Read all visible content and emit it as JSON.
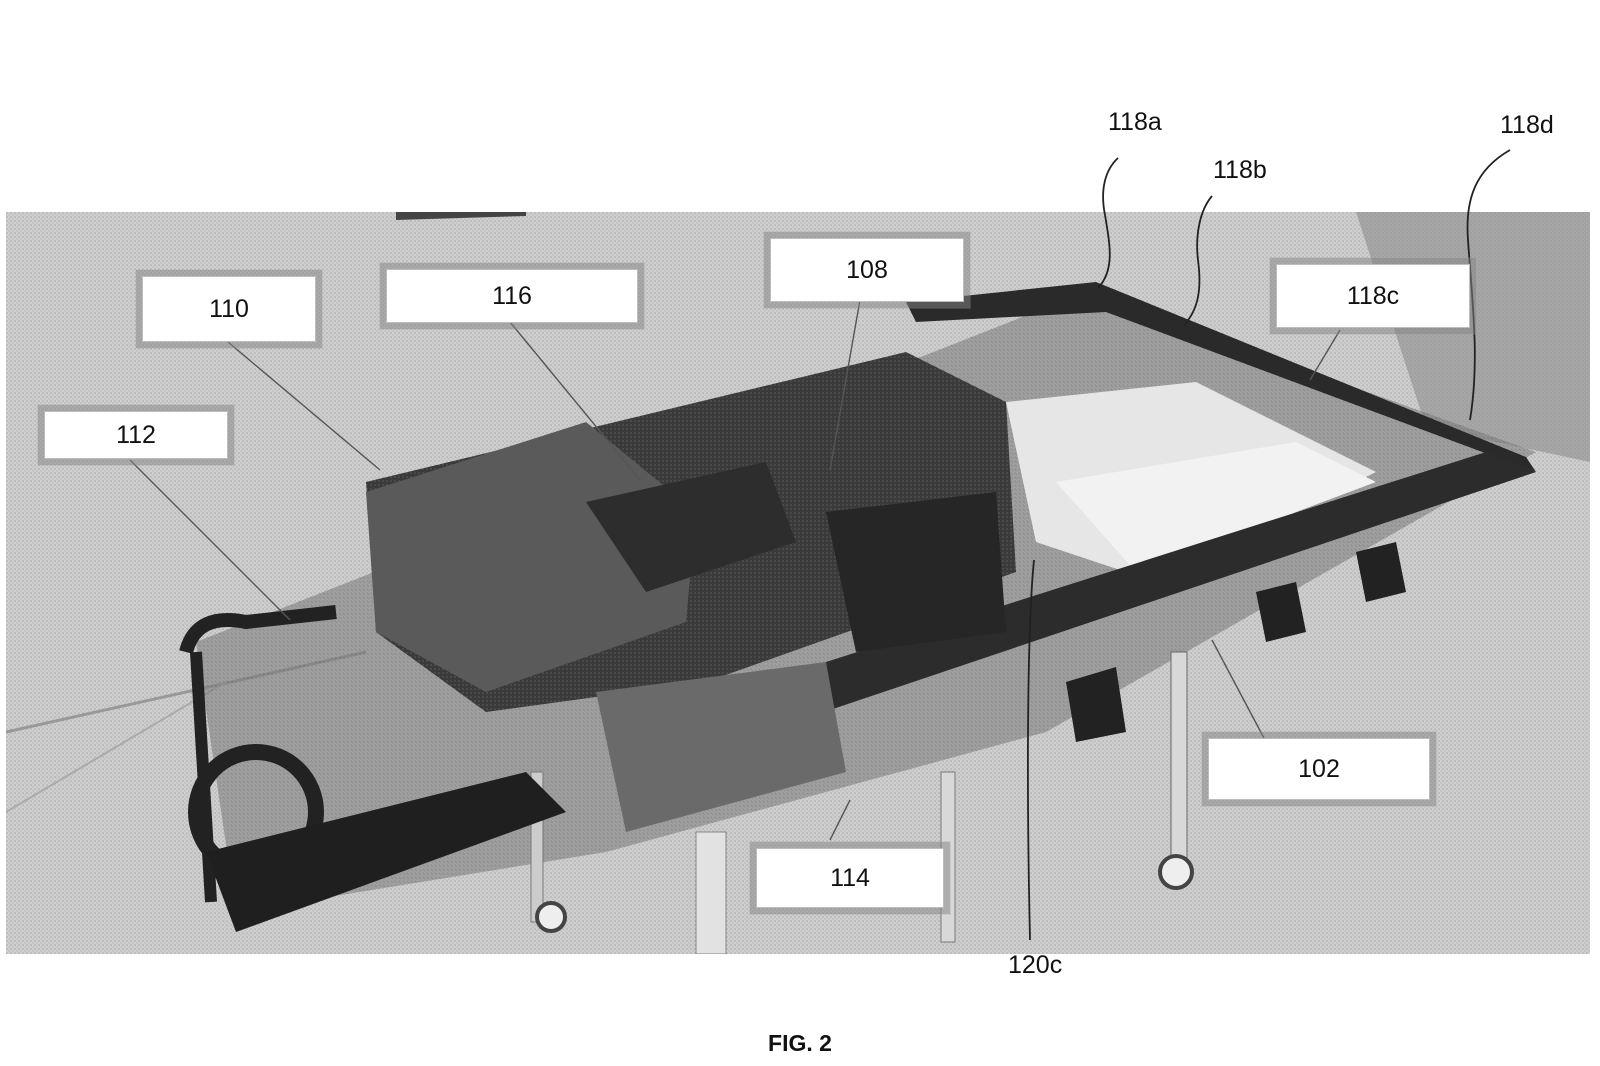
{
  "figure": {
    "caption": "FIG. 2",
    "boxed_labels": {
      "l110": "110",
      "l116": "116",
      "l108": "108",
      "l118c": "118c",
      "l112": "112",
      "l102": "102",
      "l114": "114"
    },
    "reference_labels": {
      "l118a": "118a",
      "l118b": "118b",
      "l118d": "118d",
      "l120c": "120c"
    }
  }
}
